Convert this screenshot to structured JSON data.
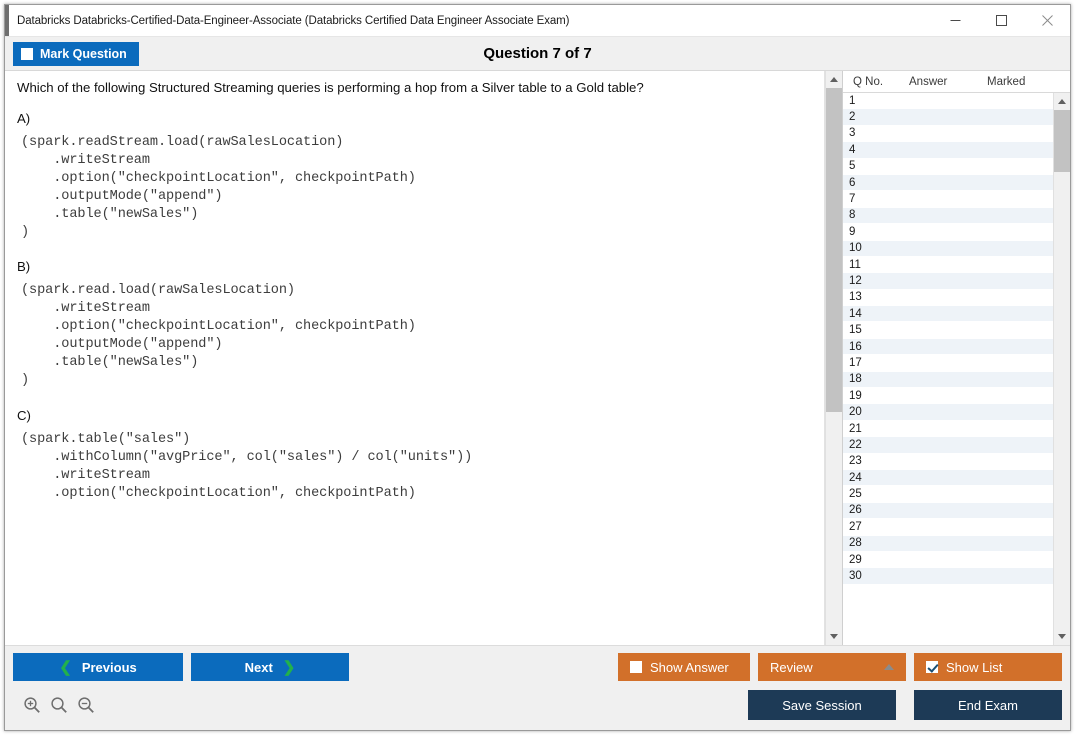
{
  "window": {
    "title": "Databricks Databricks-Certified-Data-Engineer-Associate (Databricks Certified Data Engineer Associate Exam)",
    "controls": {
      "minimize": "minimize-icon",
      "maximize": "maximize-icon",
      "close": "close-icon"
    }
  },
  "header": {
    "mark_question_label": "Mark Question",
    "mark_question_checked": false,
    "question_counter": "Question 7 of 7"
  },
  "question": {
    "stem": "Which of the following Structured Streaming queries is performing a hop from a Silver table to a Gold table?",
    "options": [
      {
        "letter": "A)",
        "code": "(spark.readStream.load(rawSalesLocation)\n    .writeStream\n    .option(\"checkpointLocation\", checkpointPath)\n    .outputMode(\"append\")\n    .table(\"newSales\")\n)"
      },
      {
        "letter": "B)",
        "code": "(spark.read.load(rawSalesLocation)\n    .writeStream\n    .option(\"checkpointLocation\", checkpointPath)\n    .outputMode(\"append\")\n    .table(\"newSales\")\n)"
      },
      {
        "letter": "C)",
        "code": "(spark.table(\"sales\")\n    .withColumn(\"avgPrice\", col(\"sales\") / col(\"units\"))\n    .writeStream\n    .option(\"checkpointLocation\", checkpointPath)"
      }
    ]
  },
  "question_list": {
    "columns": [
      "Q No.",
      "Answer",
      "Marked"
    ],
    "rows": [
      {
        "qno": "1",
        "answer": "",
        "marked": ""
      },
      {
        "qno": "2",
        "answer": "",
        "marked": ""
      },
      {
        "qno": "3",
        "answer": "",
        "marked": ""
      },
      {
        "qno": "4",
        "answer": "",
        "marked": ""
      },
      {
        "qno": "5",
        "answer": "",
        "marked": ""
      },
      {
        "qno": "6",
        "answer": "",
        "marked": ""
      },
      {
        "qno": "7",
        "answer": "",
        "marked": ""
      },
      {
        "qno": "8",
        "answer": "",
        "marked": ""
      },
      {
        "qno": "9",
        "answer": "",
        "marked": ""
      },
      {
        "qno": "10",
        "answer": "",
        "marked": ""
      },
      {
        "qno": "11",
        "answer": "",
        "marked": ""
      },
      {
        "qno": "12",
        "answer": "",
        "marked": ""
      },
      {
        "qno": "13",
        "answer": "",
        "marked": ""
      },
      {
        "qno": "14",
        "answer": "",
        "marked": ""
      },
      {
        "qno": "15",
        "answer": "",
        "marked": ""
      },
      {
        "qno": "16",
        "answer": "",
        "marked": ""
      },
      {
        "qno": "17",
        "answer": "",
        "marked": ""
      },
      {
        "qno": "18",
        "answer": "",
        "marked": ""
      },
      {
        "qno": "19",
        "answer": "",
        "marked": ""
      },
      {
        "qno": "20",
        "answer": "",
        "marked": ""
      },
      {
        "qno": "21",
        "answer": "",
        "marked": ""
      },
      {
        "qno": "22",
        "answer": "",
        "marked": ""
      },
      {
        "qno": "23",
        "answer": "",
        "marked": ""
      },
      {
        "qno": "24",
        "answer": "",
        "marked": ""
      },
      {
        "qno": "25",
        "answer": "",
        "marked": ""
      },
      {
        "qno": "26",
        "answer": "",
        "marked": ""
      },
      {
        "qno": "27",
        "answer": "",
        "marked": ""
      },
      {
        "qno": "28",
        "answer": "",
        "marked": ""
      },
      {
        "qno": "29",
        "answer": "",
        "marked": ""
      },
      {
        "qno": "30",
        "answer": "",
        "marked": ""
      }
    ]
  },
  "toolbar": {
    "previous_label": "Previous",
    "next_label": "Next",
    "show_answer_label": "Show Answer",
    "show_answer_checked": false,
    "review_label": "Review",
    "show_list_label": "Show List",
    "show_list_checked": true,
    "save_session_label": "Save Session",
    "end_exam_label": "End Exam",
    "zoom_in_icon": "zoom-in-icon",
    "zoom_reset_icon": "zoom-icon",
    "zoom_out_icon": "zoom-out-icon"
  },
  "colors": {
    "primary_blue": "#0b6bbd",
    "accent_orange": "#d2702a",
    "dark_navy": "#1d3a56",
    "chevron_green": "#22b14c",
    "row_alt": "#eef3f8",
    "chrome_gray": "#f0f0f0"
  }
}
